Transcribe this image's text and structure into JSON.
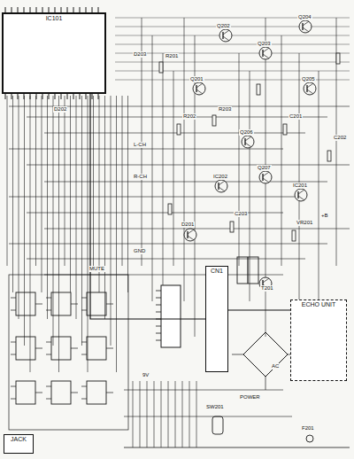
{
  "diagram": {
    "nodes": [
      {
        "text": [
          "IC101"
        ]
      },
      {
        "text": [
          "CN1"
        ]
      },
      {
        "text": [
          "ECHO UNIT"
        ]
      },
      {
        "text": [
          "JACK"
        ]
      }
    ],
    "edges": [
      {
        "from": 0,
        "to": 1,
        "arrow": "none"
      },
      {
        "from": 1,
        "to": 2,
        "arrow": "none"
      }
    ],
    "labels": [
      "Q201",
      "Q202",
      "Q203",
      "Q204",
      "Q205",
      "Q206",
      "Q207",
      "IC201",
      "IC202",
      "D201",
      "D202",
      "D203",
      "R201",
      "R202",
      "R203",
      "C201",
      "C202",
      "C203",
      "VR201",
      "T201",
      "+B",
      "GND",
      "L-CH",
      "R-CH",
      "MUTE",
      "POWER",
      "SW201",
      "F201",
      "AC",
      "9V"
    ]
  }
}
